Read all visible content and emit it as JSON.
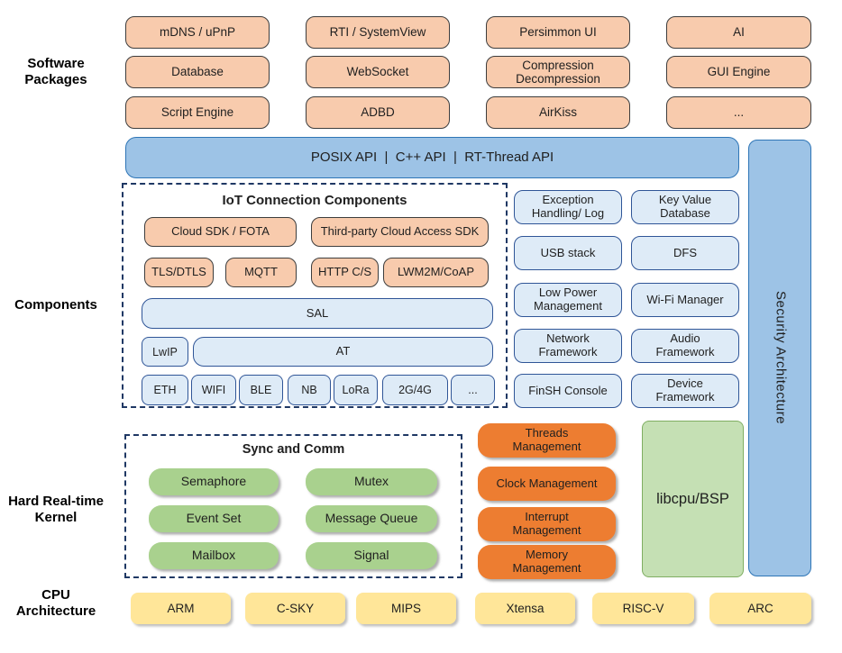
{
  "section_labels": {
    "software": "Software Packages",
    "components": "Components",
    "kernel": "Hard Real-time Kernel",
    "cpu": "CPU Architecture"
  },
  "software_packages": {
    "items": [
      "mDNS / uPnP",
      "RTI / SystemView",
      "Persimmon UI",
      "AI",
      "Database",
      "WebSocket",
      "Compression Decompression",
      "GUI Engine",
      "Script Engine",
      "ADBD",
      "AirKiss",
      "..."
    ]
  },
  "api_bar": {
    "label": "POSIX API  |  C++ API  |  RT-Thread API"
  },
  "security_bar": {
    "label": "Security Architecture"
  },
  "iot": {
    "title": "IoT Connection Components",
    "cloud_row": [
      "Cloud SDK / FOTA",
      "Third-party Cloud Access SDK"
    ],
    "protocol_row": [
      "TLS/DTLS",
      "MQTT",
      "HTTP C/S",
      "LWM2M/CoAP"
    ],
    "sal": "SAL",
    "lwip": "LwIP",
    "at": "AT",
    "link_row": [
      "ETH",
      "WIFI",
      "BLE",
      "NB",
      "LoRa",
      "2G/4G",
      "..."
    ]
  },
  "component_boxes": [
    "Exception Handling/ Log",
    "Key Value Database",
    "USB stack",
    "DFS",
    "Low Power Management",
    "Wi-Fi Manager",
    "Network Framework",
    "Audio Framework",
    "FinSH Console",
    "Device Framework"
  ],
  "kernel": {
    "sync_title": "Sync and Comm",
    "sync_items": [
      "Semaphore",
      "Mutex",
      "Event Set",
      "Message Queue",
      "Mailbox",
      "Signal"
    ],
    "mgmt_items": [
      "Threads Management",
      "Clock Management",
      "Interrupt Management",
      "Memory Management"
    ],
    "libcpu": "libcpu/BSP"
  },
  "cpu_items": [
    "ARM",
    "C-SKY",
    "MIPS",
    "Xtensa",
    "RISC-V",
    "ARC"
  ],
  "colors": {
    "package_fill": "#F8CBAD",
    "package_border": "#3d3d3d",
    "api_fill": "#9DC3E6",
    "api_border": "#2E75B6",
    "component_fill": "#DEEBF7",
    "component_border": "#2F5597",
    "dashed_border": "#1F3864",
    "kernel_green": "#A9D18E",
    "mgmt_orange": "#ED7D31",
    "libcpu_green": "#C5E0B4",
    "cpu_yellow": "#FFE699"
  }
}
